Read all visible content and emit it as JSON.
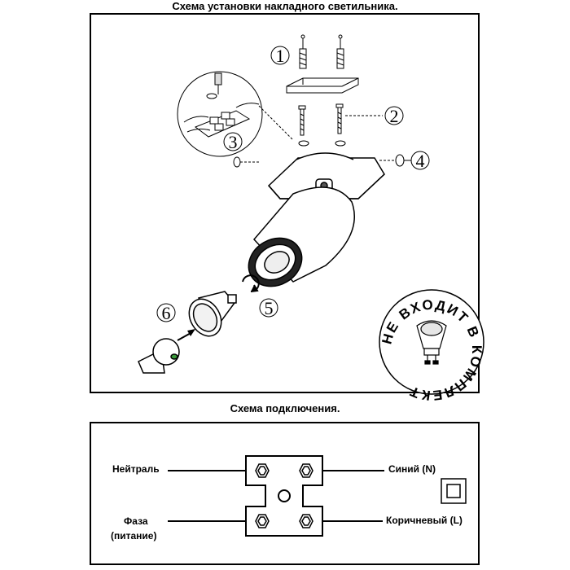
{
  "diagram": {
    "install_title": "Схема установки накладного светильника.",
    "wiring_title": "Схема подключения.",
    "step_numbers": [
      "1",
      "2",
      "3",
      "4",
      "5",
      "6"
    ],
    "stamp_text": "НЕ ВХОДИТ В КОМПЛЕКТ",
    "wiring": {
      "neutral_label": "Нейтраль",
      "phase_label_line1": "Фаза",
      "phase_label_line2": "(питание)",
      "blue_label": "Синий (N)",
      "brown_label": "Коричневый (L)"
    }
  }
}
